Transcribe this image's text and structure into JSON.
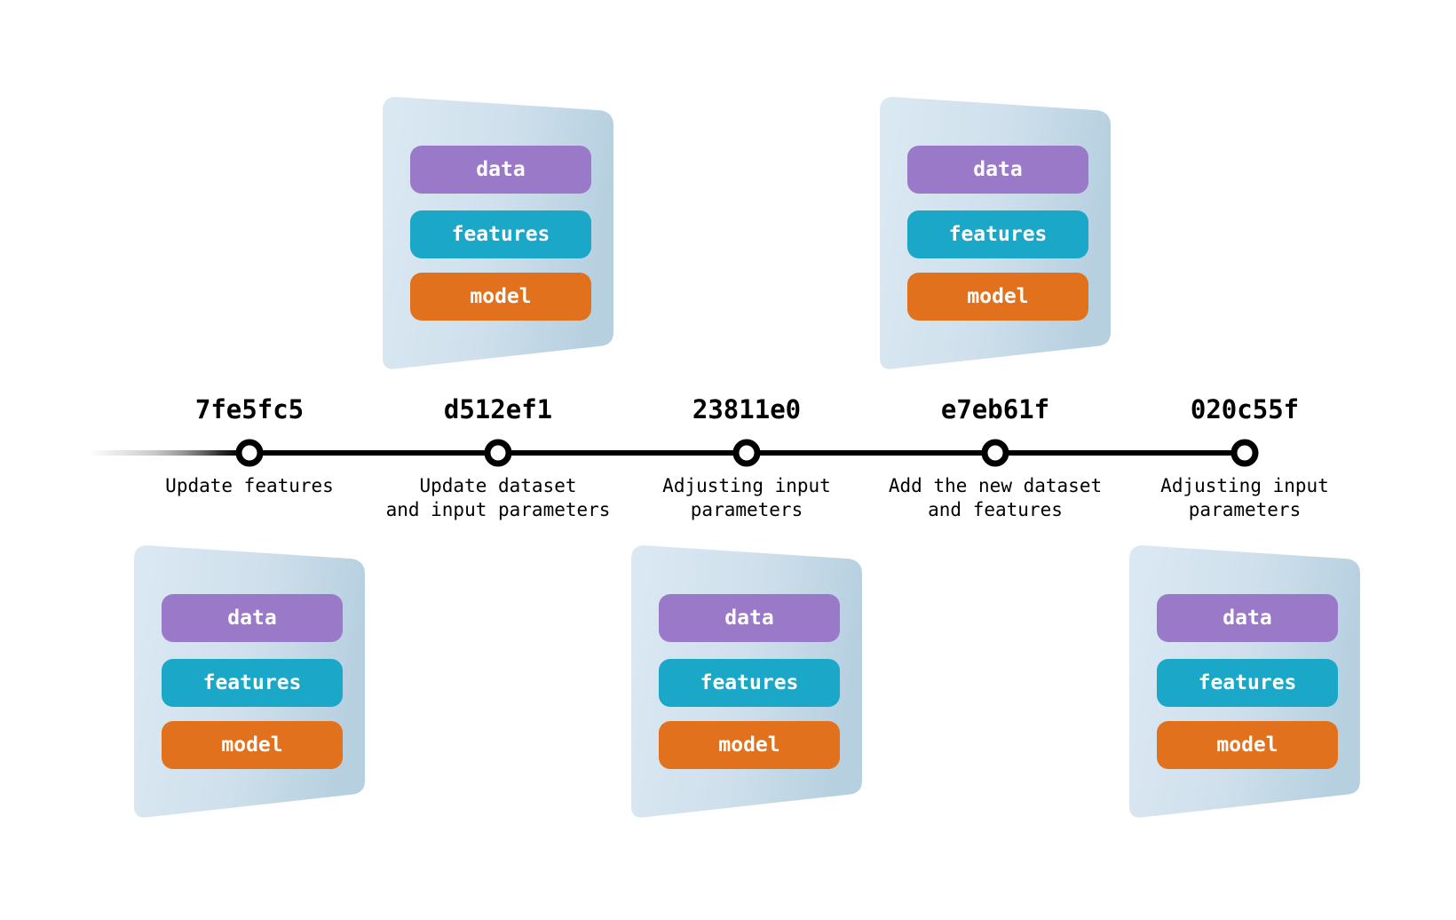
{
  "diagram": {
    "type": "commit-timeline",
    "blocks": [
      {
        "label": "data",
        "color": "#9a7ac8"
      },
      {
        "label": "features",
        "color": "#1aa7c8"
      },
      {
        "label": "model",
        "color": "#e2711d"
      }
    ],
    "commits": [
      {
        "hash": "7fe5fc5",
        "description": "Update features",
        "line1": "Update features",
        "line2": "",
        "card": "below"
      },
      {
        "hash": "d512ef1",
        "description": "Update dataset and input parameters",
        "line1": "Update dataset",
        "line2": "and input parameters",
        "card": "above"
      },
      {
        "hash": "23811e0",
        "description": "Adjusting input parameters",
        "line1": "Adjusting input",
        "line2": "parameters",
        "card": "below"
      },
      {
        "hash": "e7eb61f",
        "description": "Add the new dataset and features",
        "line1": "Add the new dataset",
        "line2": "and features",
        "card": "above"
      },
      {
        "hash": "020c55f",
        "description": "Adjusting input parameters",
        "line1": "Adjusting input",
        "line2": "parameters",
        "card": "below"
      }
    ],
    "colors": {
      "timeline_line": "#000000",
      "node_fill": "#ffffff",
      "node_stroke": "#000000",
      "card_gradient_start": "#dbe9f3",
      "card_gradient_end": "#b7d0e0",
      "pill_text": "#ffffff"
    }
  }
}
